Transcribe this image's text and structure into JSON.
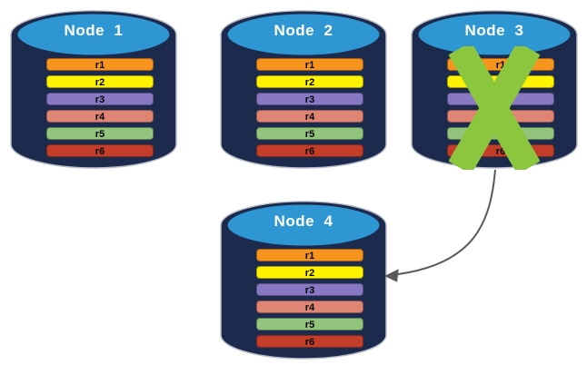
{
  "diagram": {
    "title": "replicated-database-nodes",
    "background": "#ffffff"
  },
  "colors": {
    "cylinder_body": "#1C2B4D",
    "cylinder_top": "#2E96D3",
    "cylinder_edge": "#b9bec9",
    "title_text": "#ffffff",
    "row_text": "#000000",
    "cross": "#8CC63F",
    "arrow": "#595959"
  },
  "icons": {
    "cross_icon": "x-mark",
    "arrow_icon": "curved-arrow"
  },
  "rows": [
    {
      "id": "r1",
      "label": "r1",
      "color": "#F7941E"
    },
    {
      "id": "r2",
      "label": "r2",
      "color": "#FFF200"
    },
    {
      "id": "r3",
      "label": "r3",
      "color": "#8878C3"
    },
    {
      "id": "r4",
      "label": "r4",
      "color": "#E08573"
    },
    {
      "id": "r5",
      "label": "r5",
      "color": "#93C47E"
    },
    {
      "id": "r6",
      "label": "r6",
      "color": "#C43D28"
    }
  ],
  "nodes": [
    {
      "label": "Node  1",
      "crossed_out": false
    },
    {
      "label": "Node  2",
      "crossed_out": false
    },
    {
      "label": "Node  3",
      "crossed_out": true
    },
    {
      "label": "Node  4",
      "crossed_out": false
    }
  ]
}
